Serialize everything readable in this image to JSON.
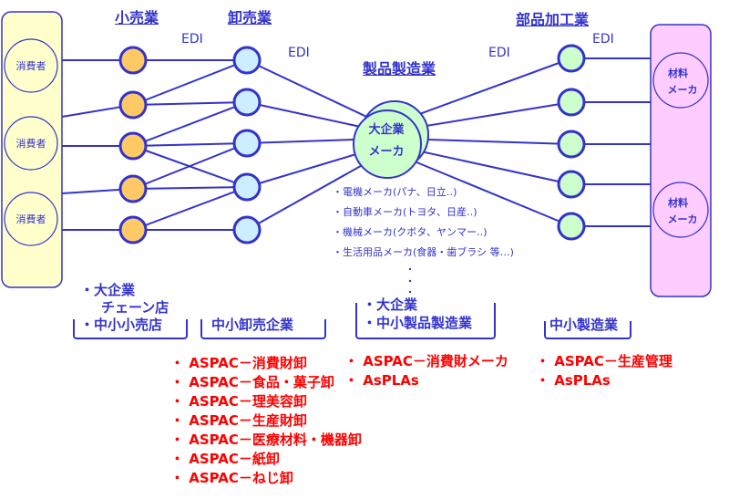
{
  "headers": {
    "retail": "小売業",
    "wholesale": "卸売業",
    "product_manufacturing": "製品製造業",
    "parts_processing": "部品加工業"
  },
  "edi_labels": [
    "EDI",
    "EDI",
    "EDI",
    "EDI"
  ],
  "consumers": [
    "消費者",
    "消費者",
    "消費者"
  ],
  "material_makers": [
    {
      "line1": "材料",
      "line2": "メーカ"
    },
    {
      "line1": "材料",
      "line2": "メーカ"
    }
  ],
  "manufacturer": {
    "line1": "大企業",
    "line2": "メーカ"
  },
  "colors": {
    "line": "#3333cc",
    "retail_node": "#ffc966",
    "wholesale_node": "#cceeff",
    "manufacturer_node": "#ccffcc",
    "parts_node": "#ccffcc",
    "consumer_box": "#ffffcc",
    "material_box": "#ffccff",
    "highlight_text": "#ff0000"
  },
  "maker_examples": [
    "・電機メーカ(パナ、日立‥)",
    "・自動車メーカ(トヨタ、日産‥)",
    "・機械メーカ(クボタ、ヤンマー‥)",
    "・生活用品メーカ(食器・歯ブラシ 等…)"
  ],
  "groups": {
    "retail": [
      "・大企業",
      "　チェーン店",
      "・中小小売店"
    ],
    "wholesale": [
      "中小卸売企業"
    ],
    "manufacturing": [
      "・大企業",
      "・中小製品製造業"
    ],
    "parts": [
      "中小製造業"
    ]
  },
  "products": {
    "wholesale": [
      "・ ASPAC－消費財卸",
      "・ ASPAC－食品・菓子卸",
      "・ ASPAC－理美容卸",
      "・ ASPAC－生産財卸",
      "・ ASPAC－医療材料・機器卸",
      "・ ASPAC－紙卸",
      "・ ASPAC－ねじ卸"
    ],
    "manufacturing": [
      "・ ASPAC－消費財メーカ",
      "・ AsPLAs"
    ],
    "parts": [
      "・ ASPAC－生産管理",
      "・ AsPLAs"
    ]
  }
}
